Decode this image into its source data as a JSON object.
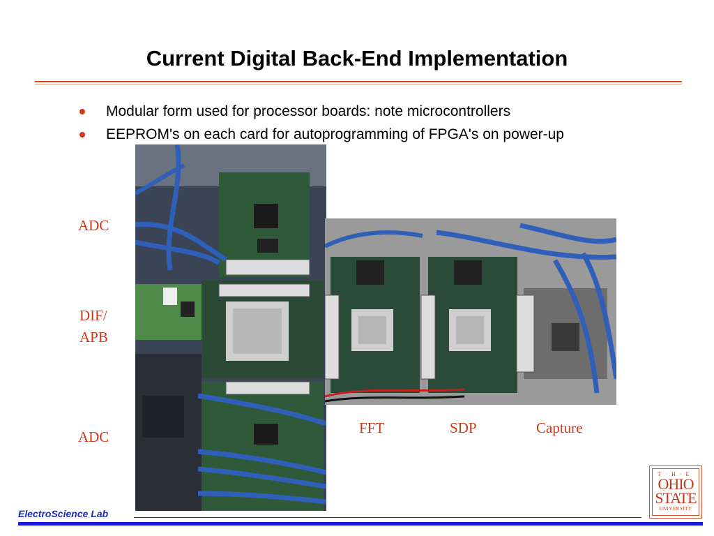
{
  "slide": {
    "title": "Current Digital Back-End Implementation",
    "bullets": [
      "Modular form used for processor boards: note microcontrollers",
      "EEPROM's on each card for autoprogramming of FPGA's on power-up"
    ]
  },
  "labels": {
    "adc_top": "ADC",
    "dif_line1": "DIF/",
    "dif_line2": "APB",
    "adc_bottom": "ADC",
    "fft": "FFT",
    "sdp": "SDP",
    "capture": "Capture"
  },
  "footer": {
    "lab_name": "ElectroScience Lab"
  },
  "logo": {
    "the": "T·H·E",
    "ohio": "OHIO",
    "state": "STATE",
    "university": "UNIVERSITY"
  },
  "colors": {
    "label_red": "#d4381a",
    "footer_blue": "#1a2fb0",
    "rule_orange": "#d04a1e"
  }
}
